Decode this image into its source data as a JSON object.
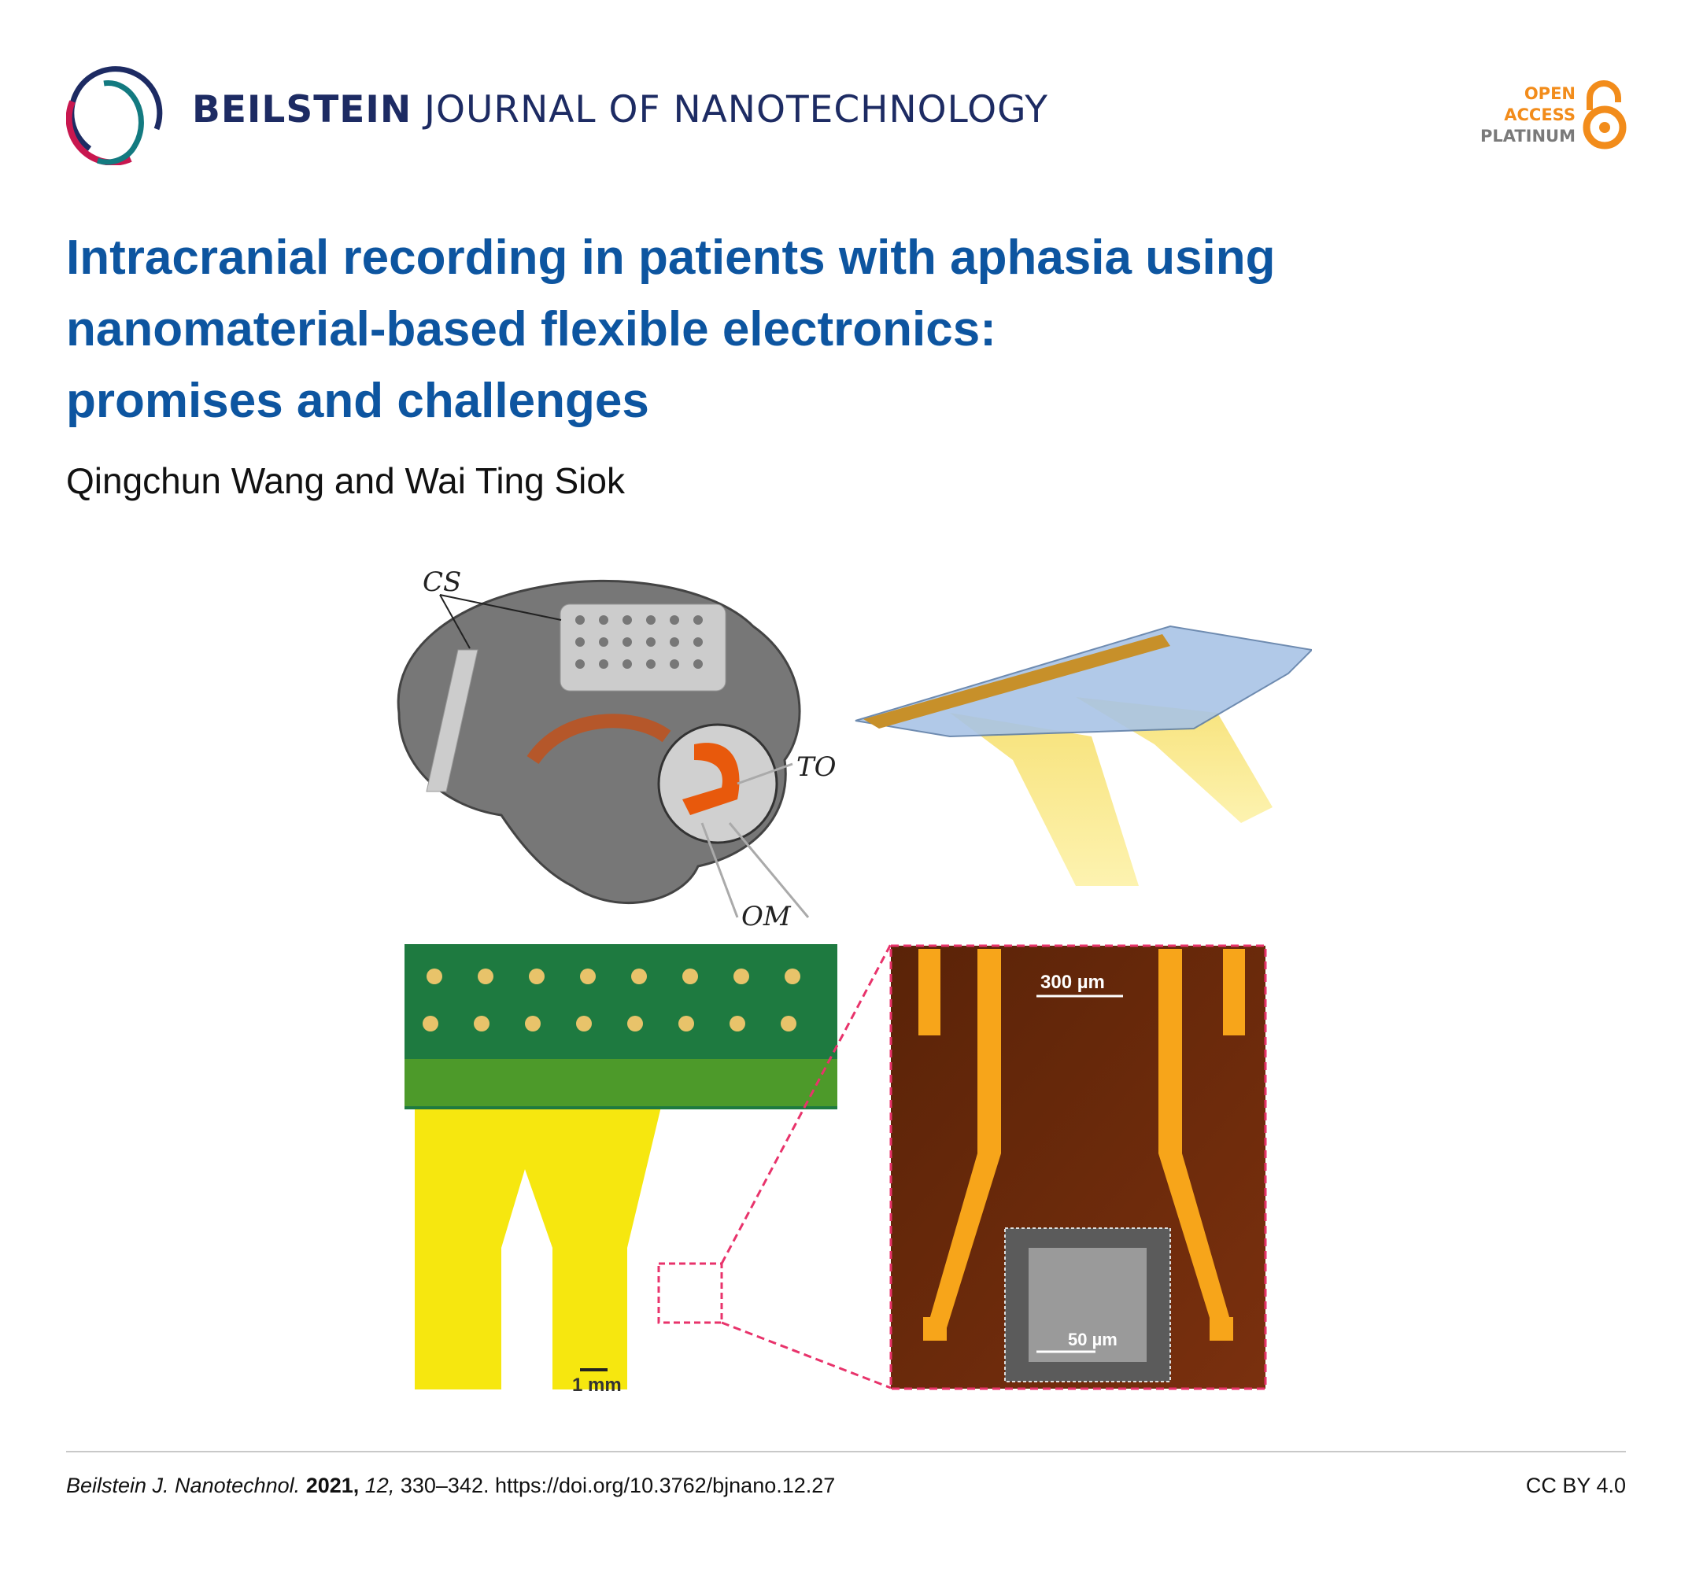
{
  "header": {
    "journal_bold": "BEILSTEIN",
    "journal_rest": " JOURNAL OF NANOTECHNOLOGY",
    "open_access": [
      "OPEN",
      "ACCESS",
      "PLATINUM"
    ],
    "logo_colors": {
      "navy": "#1d2b63",
      "crimson": "#c8174f",
      "teal": "#137a80"
    },
    "oa_color": "#f28c1b"
  },
  "article": {
    "title_lines": [
      "Intracranial recording in patients with aphasia using",
      "nanomaterial-based flexible electronics:",
      "promises and challenges"
    ],
    "authors": "Qingchun Wang and Wai Ting Siok"
  },
  "figure": {
    "labels": {
      "cs": "CS",
      "to": "TO",
      "om": "OM"
    },
    "scale_bars": {
      "main": "1 mm",
      "micro": "300 µm",
      "inset": "50 µm"
    }
  },
  "footer": {
    "journal_abbrev": "Beilstein J. Nanotechnol.",
    "year": "2021,",
    "volume": "12,",
    "pages_doi": "330–342. https://doi.org/10.3762/bjnano.12.27",
    "license": "CC BY 4.0"
  }
}
